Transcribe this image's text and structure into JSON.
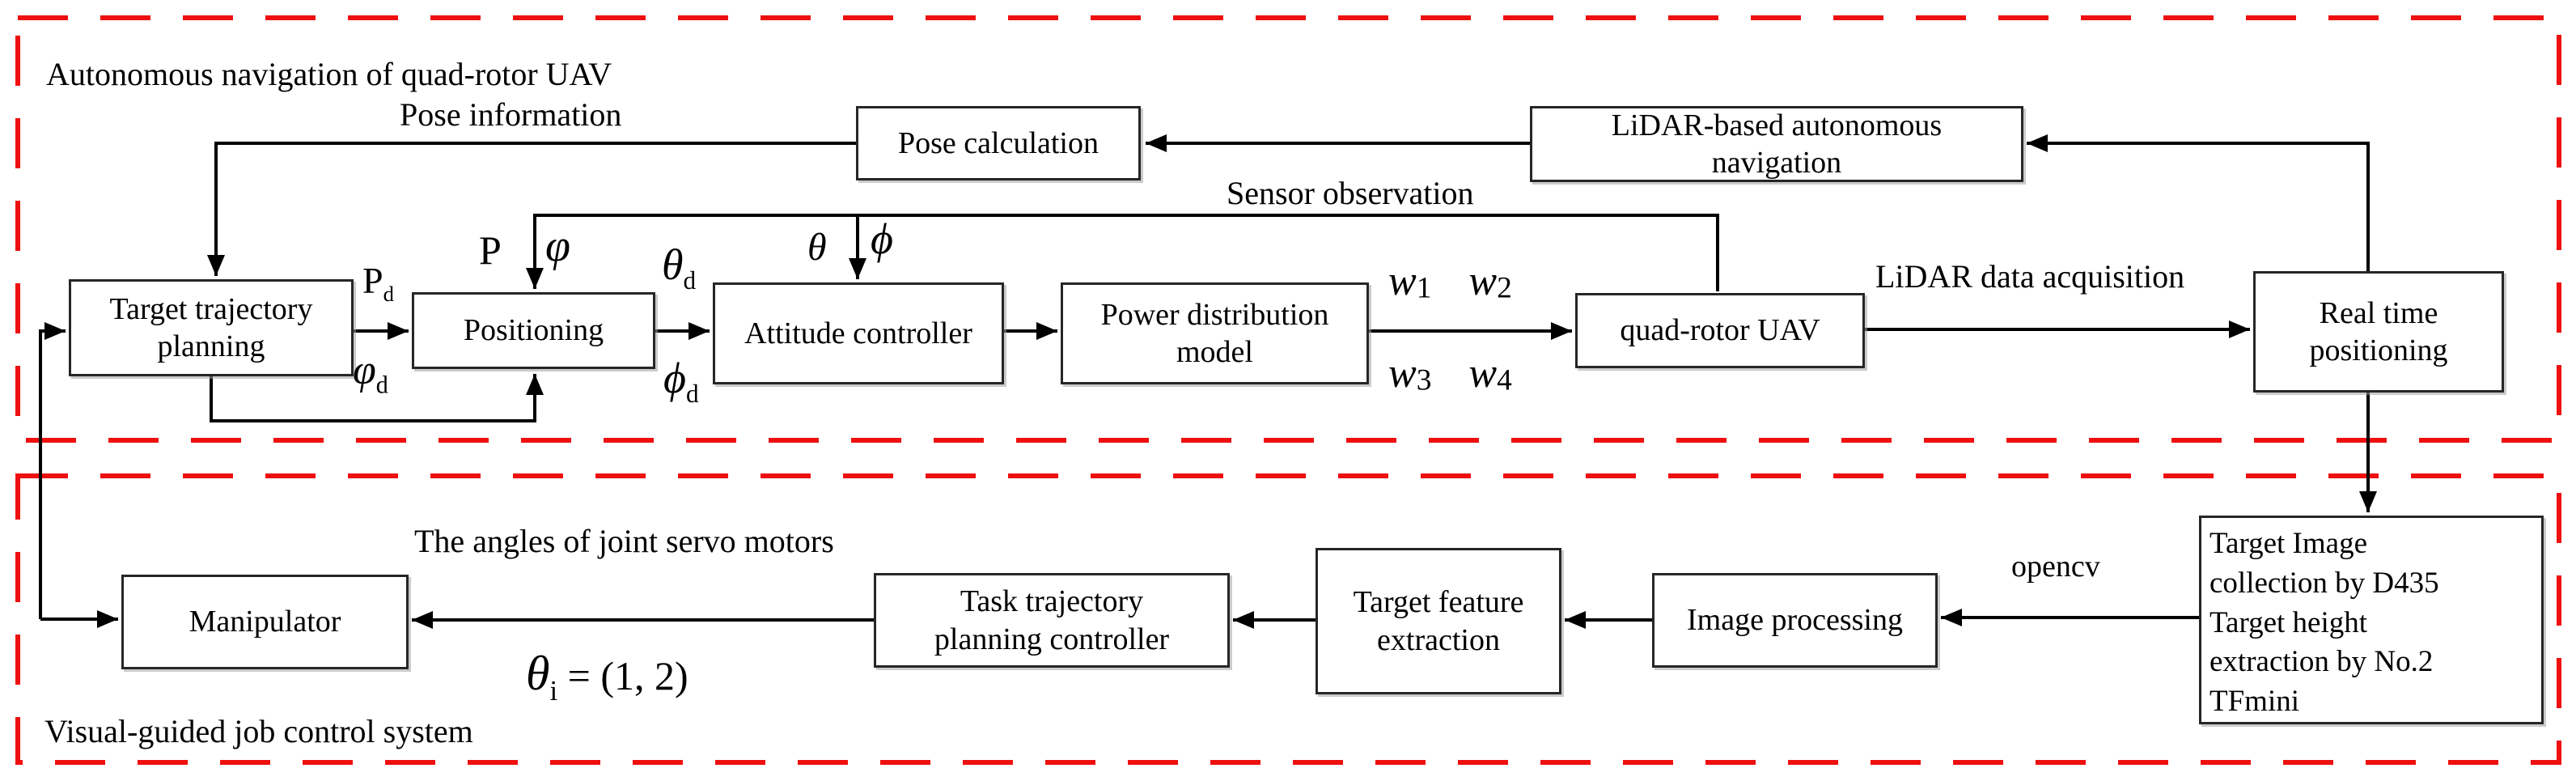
{
  "sections": {
    "autonomous_nav_label": "Autonomous navigation of quad-rotor UAV",
    "visual_guided_label": "Visual-guided job control system"
  },
  "boxes": {
    "pose_calculation": "Pose calculation",
    "lidar_based_autonomous_navigation": "LiDAR-based autonomous\nnavigation",
    "target_trajectory_planning": "Target trajectory\nplanning",
    "positioning": "Positioning",
    "attitude_controller": "Attitude controller",
    "power_distribution_model": "Power distribution\nmodel",
    "quad_rotor_uav": "quad-rotor UAV",
    "real_time_positioning": "Real time\npositioning",
    "manipulator": "Manipulator",
    "task_trajectory_planning_controller": "Task trajectory\nplanning controller",
    "target_feature_extraction": "Target feature\nextraction",
    "image_processing": "Image processing",
    "target_image_collection": "Target Image\ncollection by D435\nTarget height\nextraction by No.2\nTFmini"
  },
  "edge_labels": {
    "pose_information": "Pose information",
    "sensor_observation": "Sensor observation",
    "lidar_data_acquisition": "LiDAR data acquisition",
    "opencv": "opencv",
    "joint_servo_angles": "The angles of joint servo motors"
  },
  "math": {
    "p_d": {
      "base": "P",
      "sub": "d"
    },
    "varphi_d": {
      "base": "φ",
      "sub": "d"
    },
    "p": {
      "base": "P"
    },
    "varphi": {
      "base": "φ"
    },
    "theta_d": {
      "base": "θ",
      "sub": "d"
    },
    "phi_d": {
      "base": "ϕ",
      "sub": "d"
    },
    "theta": {
      "base": "θ"
    },
    "phi": {
      "base": "ϕ"
    },
    "w1": {
      "base": "w",
      "sub": "1"
    },
    "w2": {
      "base": "w",
      "sub": "2"
    },
    "w3": {
      "base": "w",
      "sub": "3"
    },
    "w4": {
      "base": "w",
      "sub": "4"
    },
    "theta_i": {
      "base": "θ",
      "sub": "i",
      "rest": " = (1, 2)"
    }
  },
  "colors": {
    "dashed_border": "#ee1010",
    "connector": "#000000",
    "box_border": "#262626",
    "box_bg": "#ffffff"
  }
}
